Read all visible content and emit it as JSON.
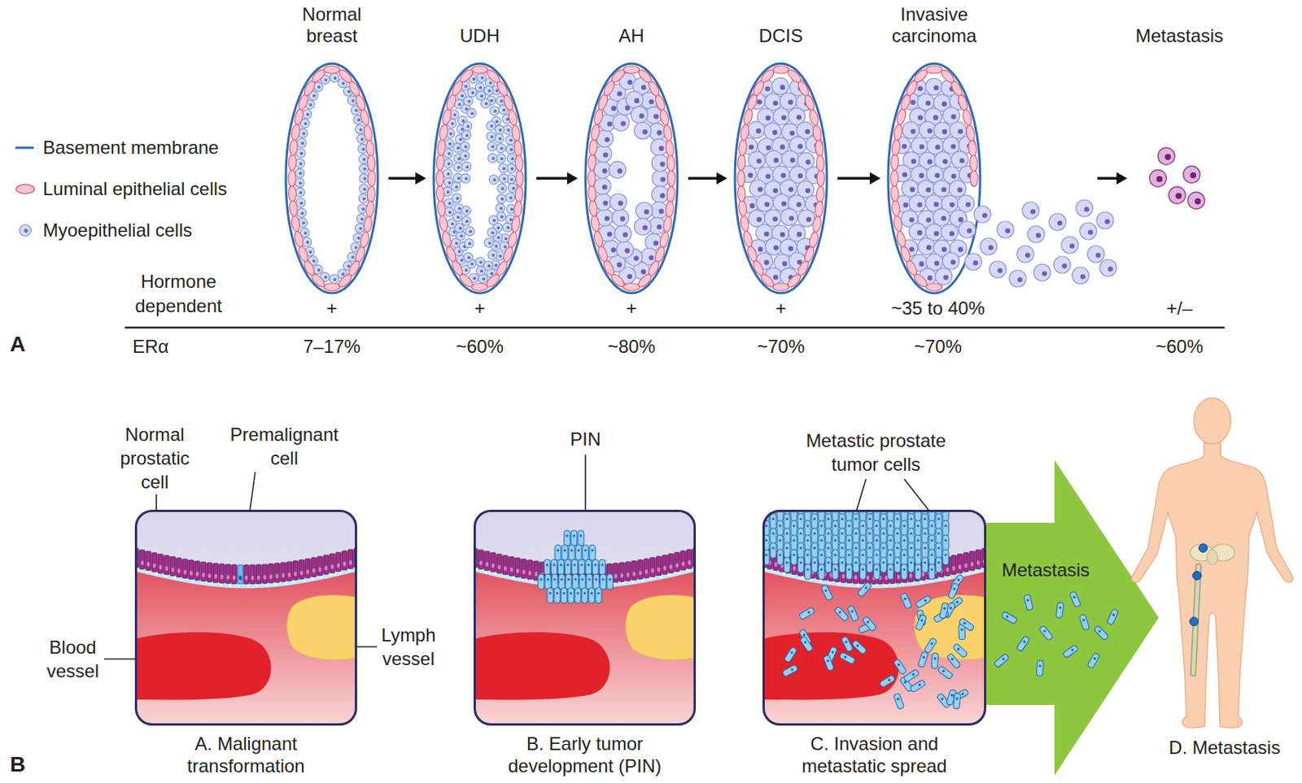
{
  "diagram": {
    "nodes": [
      {
        "text": [
          "Normal breast"
        ]
      },
      {
        "text": [
          "UDH"
        ]
      },
      {
        "text": [
          "AH"
        ]
      },
      {
        "text": [
          "DCIS"
        ]
      },
      {
        "text": [
          "Invasive carcinoma"
        ]
      },
      {
        "text": [
          "Metastasis"
        ]
      },
      {
        "text": [
          "A. Malignant transformation"
        ]
      },
      {
        "text": [
          "B. Early tumor development (PIN)"
        ]
      },
      {
        "text": [
          "C. Invasion and metastatic spread"
        ]
      },
      {
        "text": [
          "Metastasis"
        ]
      },
      {
        "text": [
          "D. Metastasis"
        ]
      }
    ],
    "edges": [
      {
        "from": 0,
        "to": 1,
        "arrow": "to"
      },
      {
        "from": 1,
        "to": 2,
        "arrow": "to"
      },
      {
        "from": 2,
        "to": 3,
        "arrow": "to"
      },
      {
        "from": 3,
        "to": 4,
        "arrow": "to"
      },
      {
        "from": 4,
        "to": 5,
        "arrow": "to"
      }
    ],
    "labels": [
      "A",
      "Hormone dependent",
      "+",
      "+",
      "+",
      "+",
      "~35 to 40%",
      "+/–",
      "ERα",
      "7–17%",
      "~60%",
      "~80%",
      "~70%",
      "~70%",
      "~60%",
      "B",
      "Normal prostatic cell",
      "Premalignant cell",
      "Blood vessel",
      "Lymph vessel",
      "PIN",
      "Metastic prostate tumor cells"
    ],
    "legend": [
      {
        "text": "Basement membrane"
      },
      {
        "text": "Luminal epithelial cells"
      },
      {
        "text": "Myoepithelial cells"
      }
    ]
  }
}
